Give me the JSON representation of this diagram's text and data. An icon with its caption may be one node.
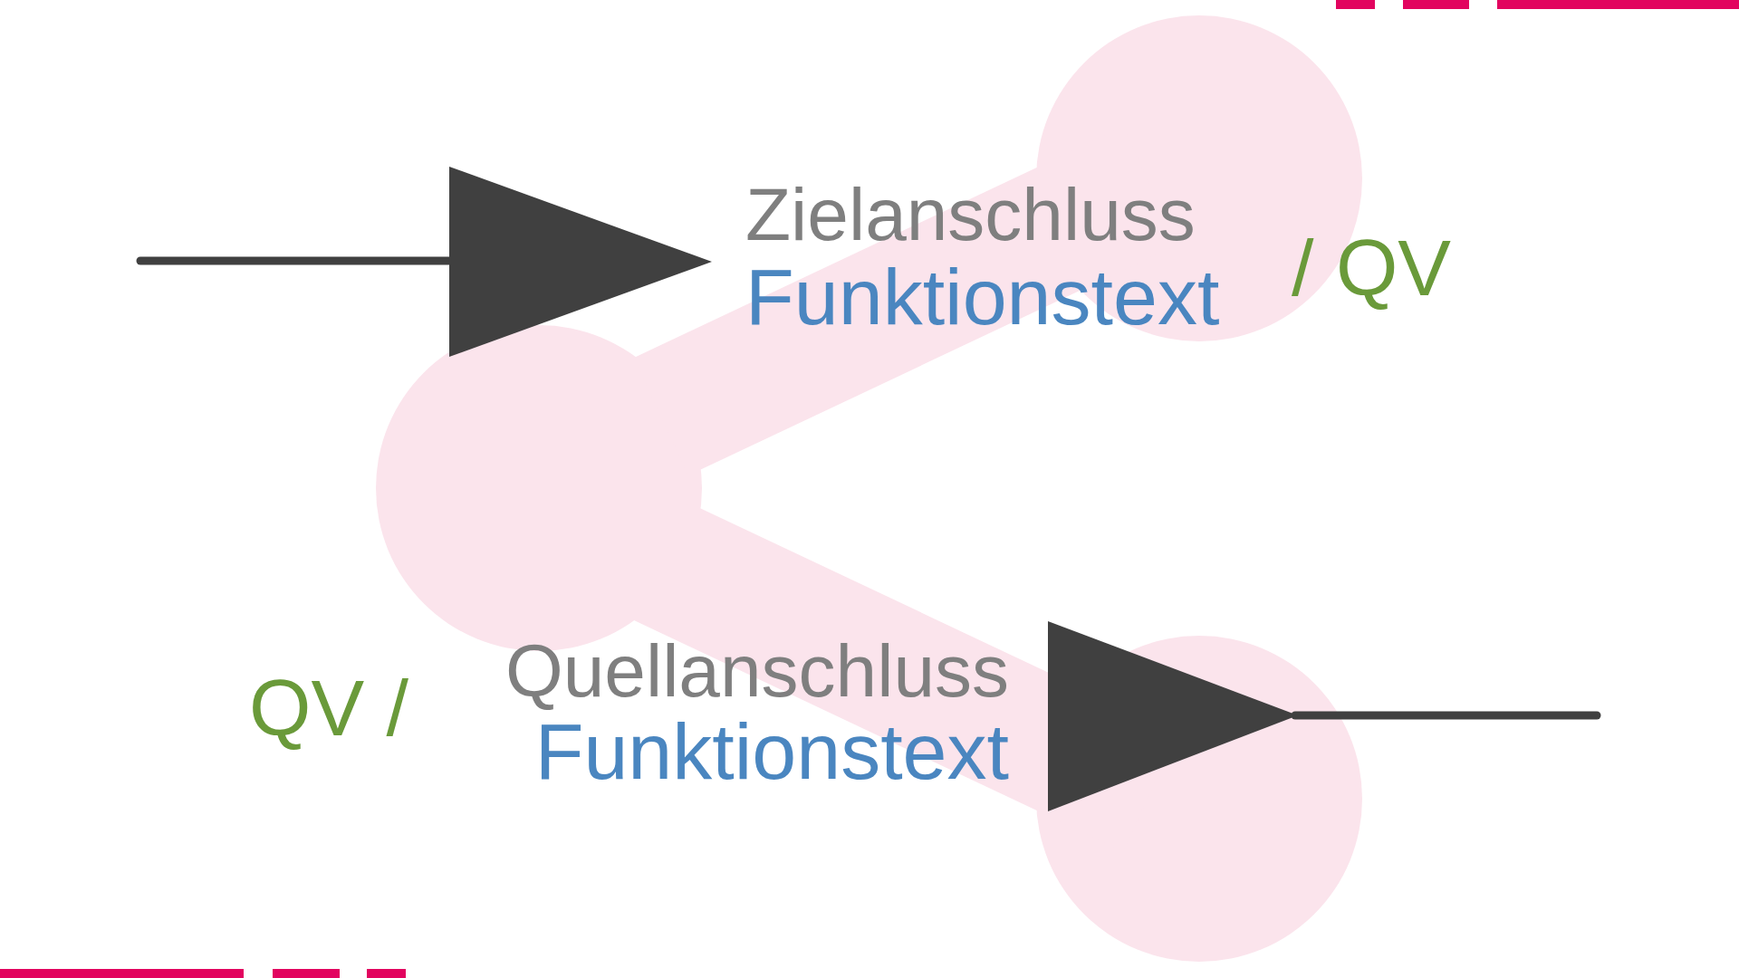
{
  "diagram": {
    "labels": [
      "Zielanschluss",
      "Funktionstext",
      "/ QV",
      "QV /",
      "Quellanschluss",
      "Funktionstext"
    ]
  }
}
